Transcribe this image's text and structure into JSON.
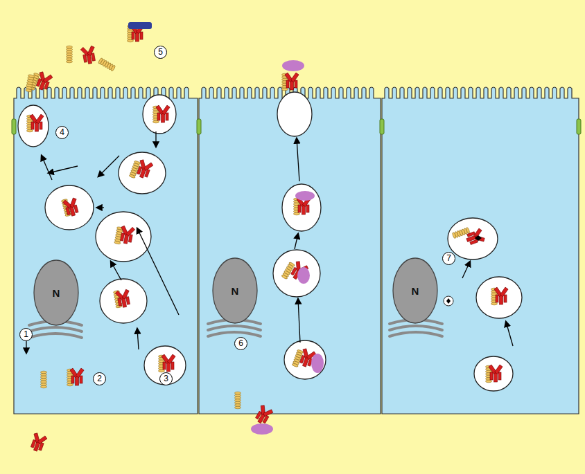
{
  "diagram": {
    "nodes": [
      {
        "text": [
          "N"
        ]
      },
      {
        "text": [
          "N"
        ]
      },
      {
        "text": [
          "N"
        ]
      }
    ],
    "labels": [
      "1",
      "2",
      "3",
      "4",
      "5",
      "6",
      "7"
    ]
  }
}
